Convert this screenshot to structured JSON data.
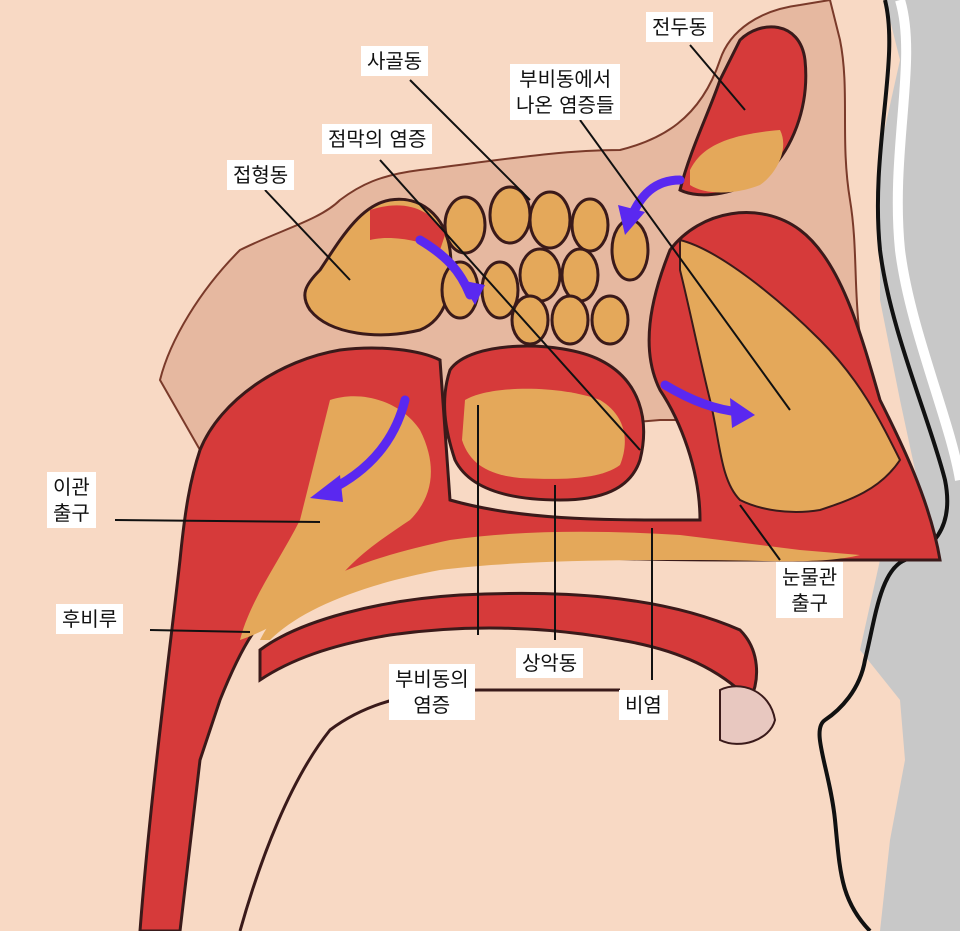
{
  "labels": {
    "frontal_sinus": "전두동",
    "ethmoid_sinus": "사골동",
    "sinus_inflammation_line1": "부비동에서",
    "sinus_inflammation_line2": "나온 염증들",
    "mucosal_inflammation": "점막의 염증",
    "sphenoid_sinus": "접형동",
    "eustachian_line1": "이관",
    "eustachian_line2": "출구",
    "nasopharynx": "후비루",
    "nasolacrimal_line1": "눈물관",
    "nasolacrimal_line2": "출구",
    "sinusitis_line1": "부비동의",
    "sinusitis_line2": "염증",
    "maxillary_sinus": "상악동",
    "rhinitis": "비염"
  },
  "colors": {
    "skin": "#f8d9c4",
    "bone_tan": "#e6b8a0",
    "mucosa_red": "#d63a3a",
    "mucus_yellow": "#e4a85a",
    "arrow_blue": "#5a28f0",
    "background_gray": "#c8c8c8"
  }
}
